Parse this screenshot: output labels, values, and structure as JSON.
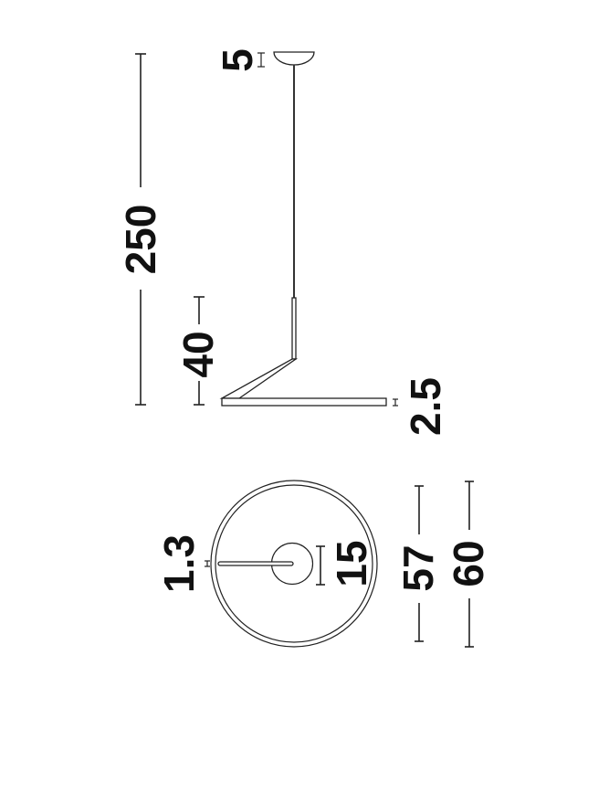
{
  "drawing": {
    "subject": "pendant lamp dimension drawing",
    "units": "cm",
    "side_view": {
      "overall_height_label": "250",
      "canopy_height_label": "5",
      "fixture_drop_label": "40",
      "ring_thickness_label": "2.5"
    },
    "top_view": {
      "arm_width_label": "1.3",
      "center_disc_diameter_label": "15",
      "inner_diameter_label": "57",
      "outer_diameter_label": "60"
    }
  }
}
